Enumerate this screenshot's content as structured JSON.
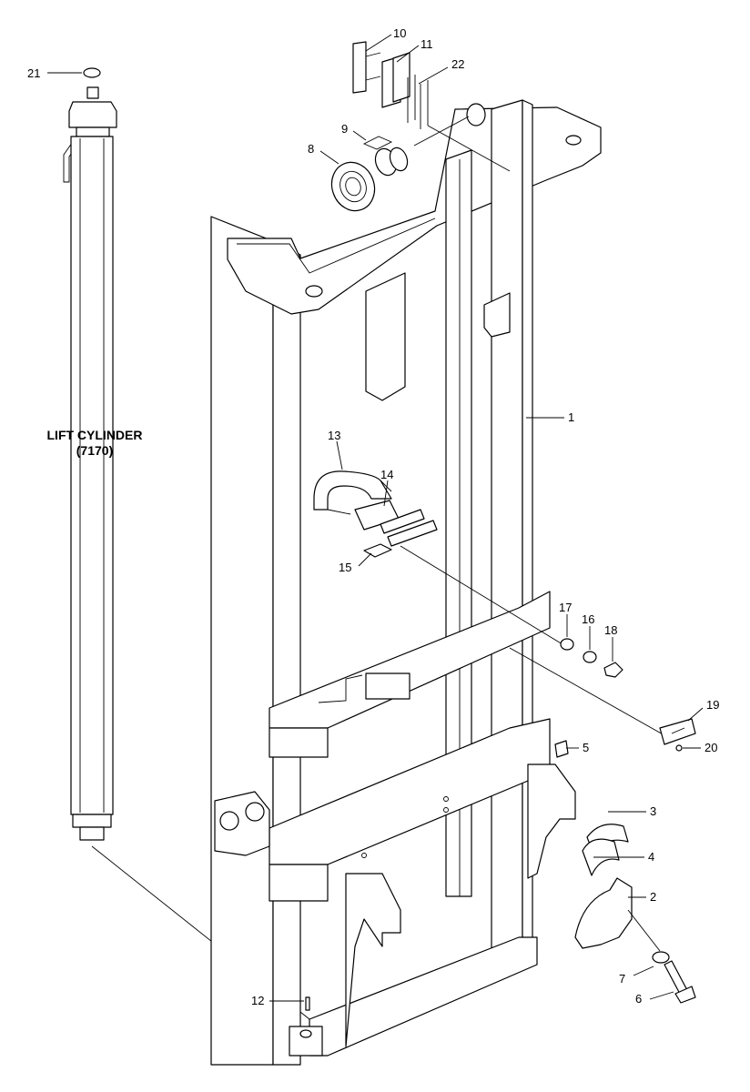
{
  "lift_cylinder": {
    "label": "LIFT CYLINDER",
    "ref": "(7170)"
  },
  "callouts": [
    {
      "id": "c1",
      "num": "1"
    },
    {
      "id": "c2",
      "num": "2"
    },
    {
      "id": "c3",
      "num": "3"
    },
    {
      "id": "c4",
      "num": "4"
    },
    {
      "id": "c5",
      "num": "5"
    },
    {
      "id": "c6",
      "num": "6"
    },
    {
      "id": "c7",
      "num": "7"
    },
    {
      "id": "c8",
      "num": "8"
    },
    {
      "id": "c9",
      "num": "9"
    },
    {
      "id": "c10",
      "num": "10"
    },
    {
      "id": "c11",
      "num": "11"
    },
    {
      "id": "c12",
      "num": "12"
    },
    {
      "id": "c13",
      "num": "13"
    },
    {
      "id": "c14",
      "num": "14"
    },
    {
      "id": "c15",
      "num": "15"
    },
    {
      "id": "c16",
      "num": "16"
    },
    {
      "id": "c17",
      "num": "17"
    },
    {
      "id": "c18",
      "num": "18"
    },
    {
      "id": "c19",
      "num": "19"
    },
    {
      "id": "c20",
      "num": "20"
    },
    {
      "id": "c21",
      "num": "21"
    },
    {
      "id": "c22",
      "num": "22"
    }
  ]
}
